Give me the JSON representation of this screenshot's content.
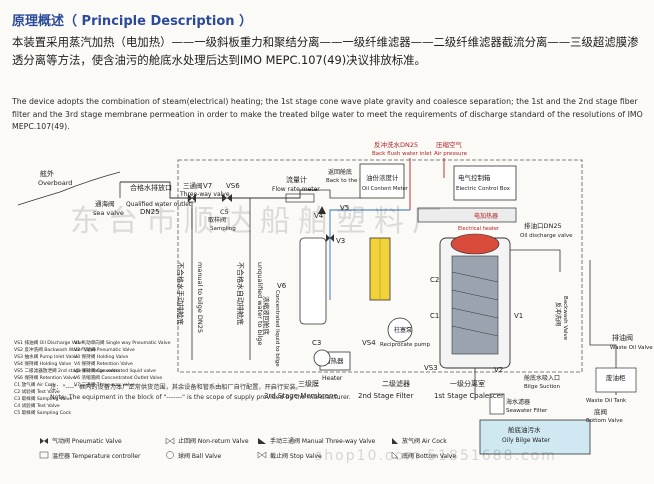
{
  "header": {
    "title_zh": "原理概述",
    "title_en": "（ Principle Description ）"
  },
  "paragraph_zh": "本装置采用蒸汽加热（电加热）——一级斜板重力和聚结分离——一级纤维滤器——二级纤维滤器截流分离——三级超滤膜渗透分离等方法，使含油污的舱底水处理后达到IMO MEPC.107(49)决议排放标准。",
  "paragraph_en": "The device adopts the combination of steam(electrical) heating; the 1st stage cone wave plate gravity and coalesce separation; the 1st and the 2nd stage fiber filter and the 3rd stage membrane permeation in order to make the treated bilge water to meet the requirements of discharge standard of the resolutions of IMO MEPC.107(49).",
  "watermark": "东台市顺达船舶塑料厂",
  "watermark2": "shop10.com  51851688.com",
  "diagram": {
    "overboard_zh": "舷外",
    "overboard_en": "Overboard",
    "sea_valve_zh": "通海阀",
    "sea_valve_en": "sea valve",
    "qualified_zh": "合格水排放口",
    "qualified_en": "Qualified water outlet",
    "dn25": "DN25",
    "three_way_zh": "三通阀",
    "three_way_en": "Three-way valve",
    "v7": "V7",
    "vs6": "VS6",
    "c5": "C5",
    "sampling_zh": "取样阀",
    "sampling_en": "Sampling",
    "flow_meter_zh": "流量计",
    "flow_meter_en": "Flow rate meter",
    "back_bilge_zh": "返回舱底",
    "back_bilge_en": "Back to the bilge",
    "oil_content_zh": "油份浓度计",
    "oil_content_en": "Oil Content Meter",
    "backflush_zh": "反冲洗水DN25",
    "backflush_en": "Back flush water inlet",
    "air_pressure_zh": "压缩空气",
    "air_pressure_en": "Air pressure",
    "control_box_zh": "电气控制箱",
    "control_box_en": "Electric Control Box",
    "electric_heater_zh": "电加热器",
    "electric_heater_en": "Electrical heater",
    "oil_discharge_zh": "排油口DN25",
    "oil_discharge_en": "Oil discharge valve",
    "manual_zh": "不合格水手动排舱底",
    "manual_en": "manual to bilge DN25",
    "unqualified_zh": "不合格水自动排舱底",
    "unqualified_en": "unqualified water to bilge",
    "concentrated_zh": "浓缩液回舱底",
    "concentrated_en": "Concentrated liquid to bilge",
    "v4": "V4",
    "v5": "V5",
    "v3": "V3",
    "v6": "V6",
    "c4": "C4",
    "c3": "C3",
    "c2": "C2",
    "c1": "C1",
    "v1": "V1",
    "v2": "V2",
    "vs3": "VS3",
    "vs4": "VS4",
    "heater_zh": "加热器",
    "heater_en": "Heater",
    "pump_zh": "柱塞泵",
    "pump_en": "Reciprocate pump",
    "membrane_zh": "三级膜",
    "membrane_en": "3rd Stage Membrane",
    "filter_zh": "二级滤器",
    "filter_en": "2nd Stage Filter",
    "coalescer_zh": "一级分离室",
    "coalescer_en": "1st Stage Coalescer",
    "bilge_suction_zh": "舱底水吸入口",
    "bilge_suction_en": "Bilge Suction",
    "seawater_filter_zh": "海水滤器",
    "seawater_filter_en": "Seawater Filter",
    "bilge_water_zh": "舱底油污水",
    "bilge_water_en": "Oily Bilge Water",
    "waste_oil_tank_zh": "废油柜",
    "waste_oil_tank_en": "Waste Oil Tank",
    "waste_oil_valve_zh": "排油阀",
    "waste_oil_valve_en": "Waste Oil Valve",
    "bottom_valve_zh": "底阀",
    "bottom_valve_en": "Bottom Valve",
    "backwash_zh": "反冲洗阀",
    "backwash_en": "Backwash Valve",
    "legend": [
      "VS1 排油阀 Oil Discharge Valve",
      "VS2 反冲洗阀 Backwash Water Valve",
      "VS3 抽水阀 Pump Inlet Valve",
      "VS4 保持阀 Holding Valve",
      "VS5 二级滤器放泄阀 2nd stage discharge valve",
      "VS6 保持阀 Retention Valve",
      "C1 放气阀 Air Cock",
      "C2 试验阀 Test Valve",
      "C3 取样阀 Sampling Valve",
      "C4 试验阀 Test Valve",
      "C5 取样阀 Sampling Cock"
    ],
    "legend2": [
      "V1 气动单向阀 Single way Pneumatic Valve",
      "V2 气动阀 Pneumatic Valve",
      "V3 保持阀 Holding Valve",
      "V4 保持阀 Retention Valve",
      "V5 保持阀 Concentrated liquid valve",
      "V6 浓缩液阀 Concentrated Outlet Valve",
      "V7 三通阀 Three-way valve"
    ],
    "note1": "注：\"----\" 框内的设备为本厂正常供货范围，其余设备和管系由船厂自行配置，开启行安装。",
    "note2": "Note: The equipment in the block of \"-------\" is the scope of supply provided by the manufacturer.",
    "symbols": [
      "气动阀 Pneumatic Valve",
      "止回阀 Non-return Valve",
      "手动三通阀 Manual Three-way Valve",
      "放气阀 Air Cock",
      "温控器 Temperature controller",
      "球阀 Ball Valve",
      "截止阀 Stop Valve",
      "底阀 Bottom Valve"
    ]
  }
}
